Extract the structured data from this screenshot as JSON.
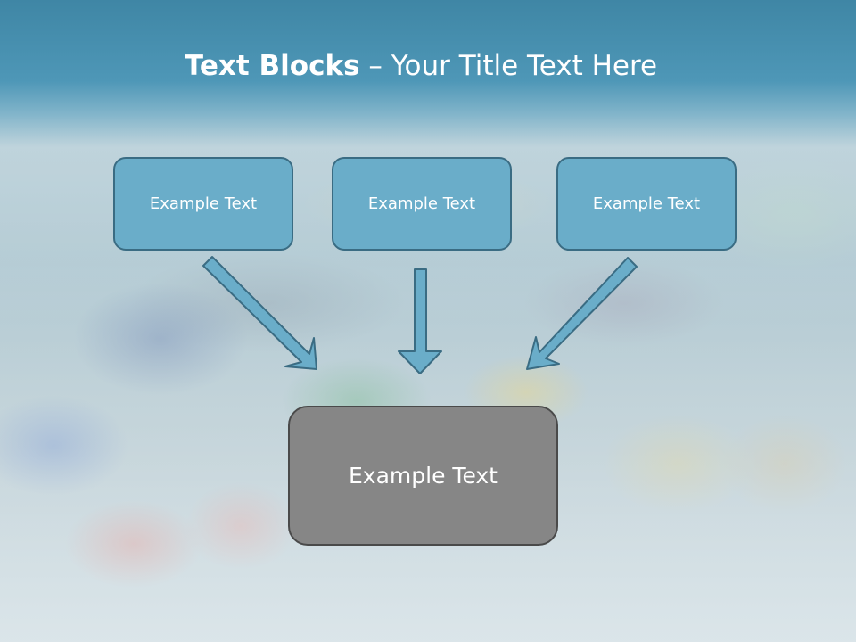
{
  "title": {
    "bold": "Text Blocks",
    "dash": " – ",
    "rest": "Your Title Text Here"
  },
  "blocks": {
    "top": [
      "Example Text",
      "Example Text",
      "Example Text"
    ],
    "bottom": "Example Text"
  },
  "colors": {
    "title_band": "#4e97b7",
    "block_fill": "#6aadc9",
    "block_border": "#3a6c83",
    "arrow_fill": "#6aadc9",
    "bottom_fill": "#868686",
    "bottom_border": "#4a4a4a",
    "text": "#ffffff"
  }
}
